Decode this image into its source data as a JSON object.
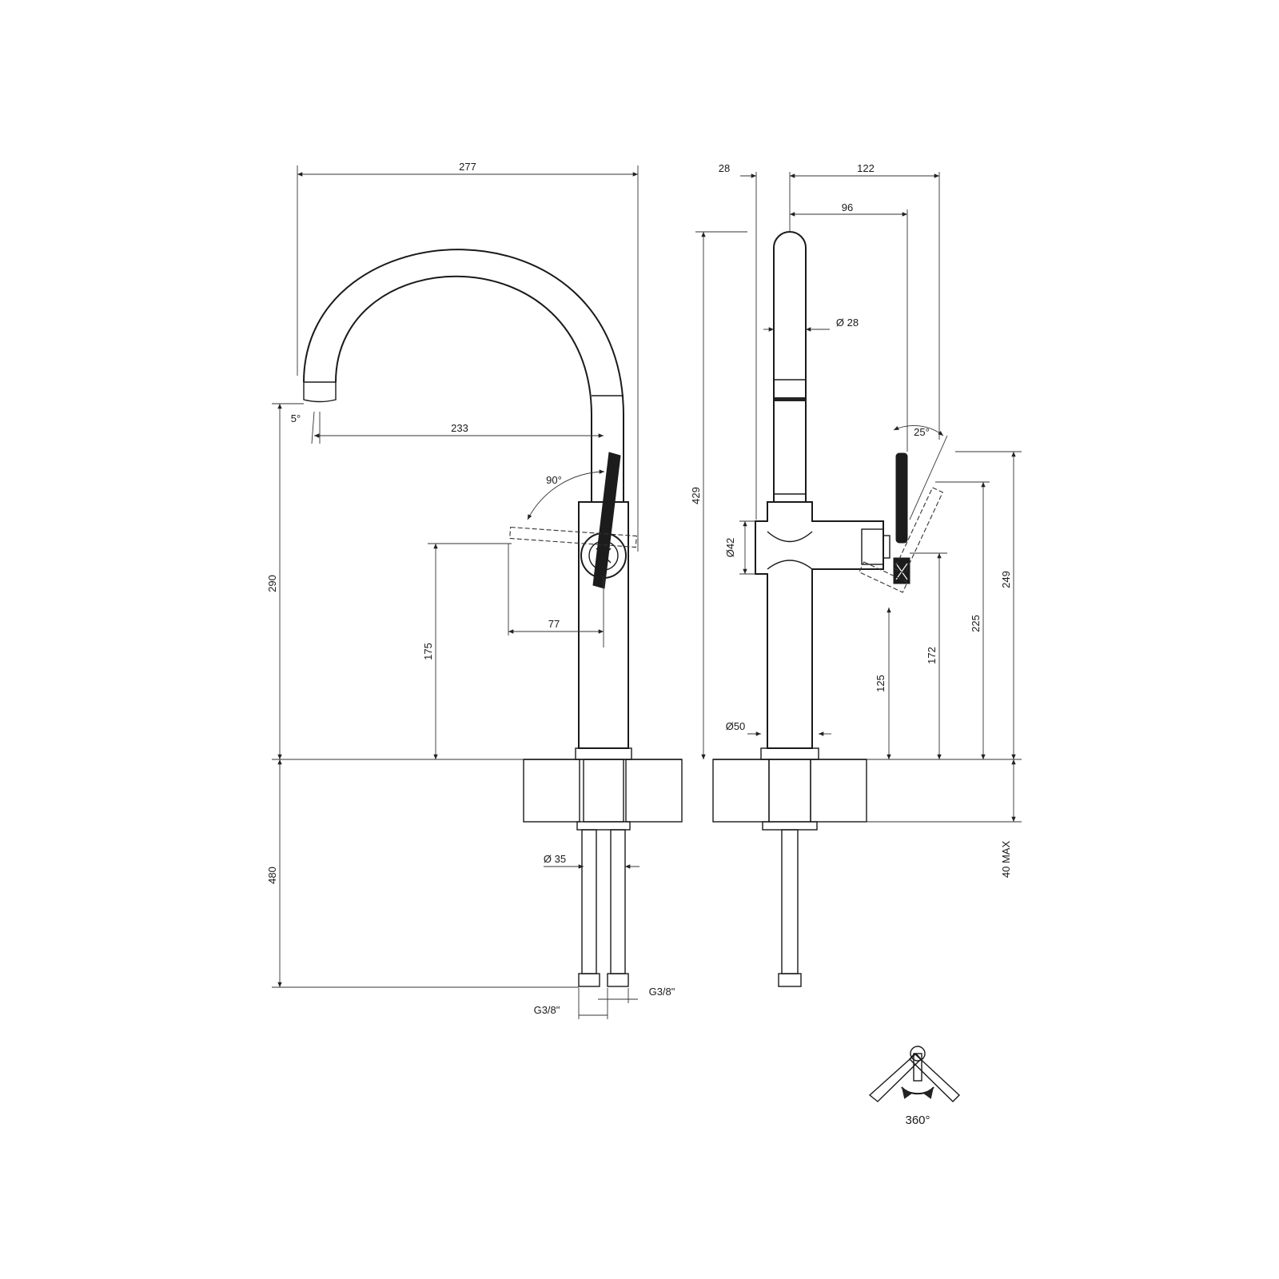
{
  "front_view": {
    "width_overall": "277",
    "spout_reach": "233",
    "spout_angle": "5°",
    "lever_rotation": "90°",
    "lever_reach": "77",
    "lever_height": "175",
    "height_overall": "290",
    "hose_length": "480",
    "hose_diameter": "Ø 35",
    "thread_left": "G3/8\"",
    "thread_right": "G3/8\""
  },
  "side_view": {
    "offset_left": "28",
    "depth_overall": "122",
    "depth_inner": "96",
    "spout_diameter": "Ø 28",
    "lever_tilt": "25°",
    "height_overall": "429",
    "body_diameter": "Ø42",
    "base_diameter": "Ø50",
    "height_125": "125",
    "height_172": "172",
    "height_225": "225",
    "height_249": "249",
    "deck_thickness_max": "40 MAX"
  },
  "rotation_symbol": {
    "label": "360°"
  },
  "colors": {
    "line": "#1a1a1a",
    "lever": "#1c1c1c",
    "background": "#ffffff"
  }
}
